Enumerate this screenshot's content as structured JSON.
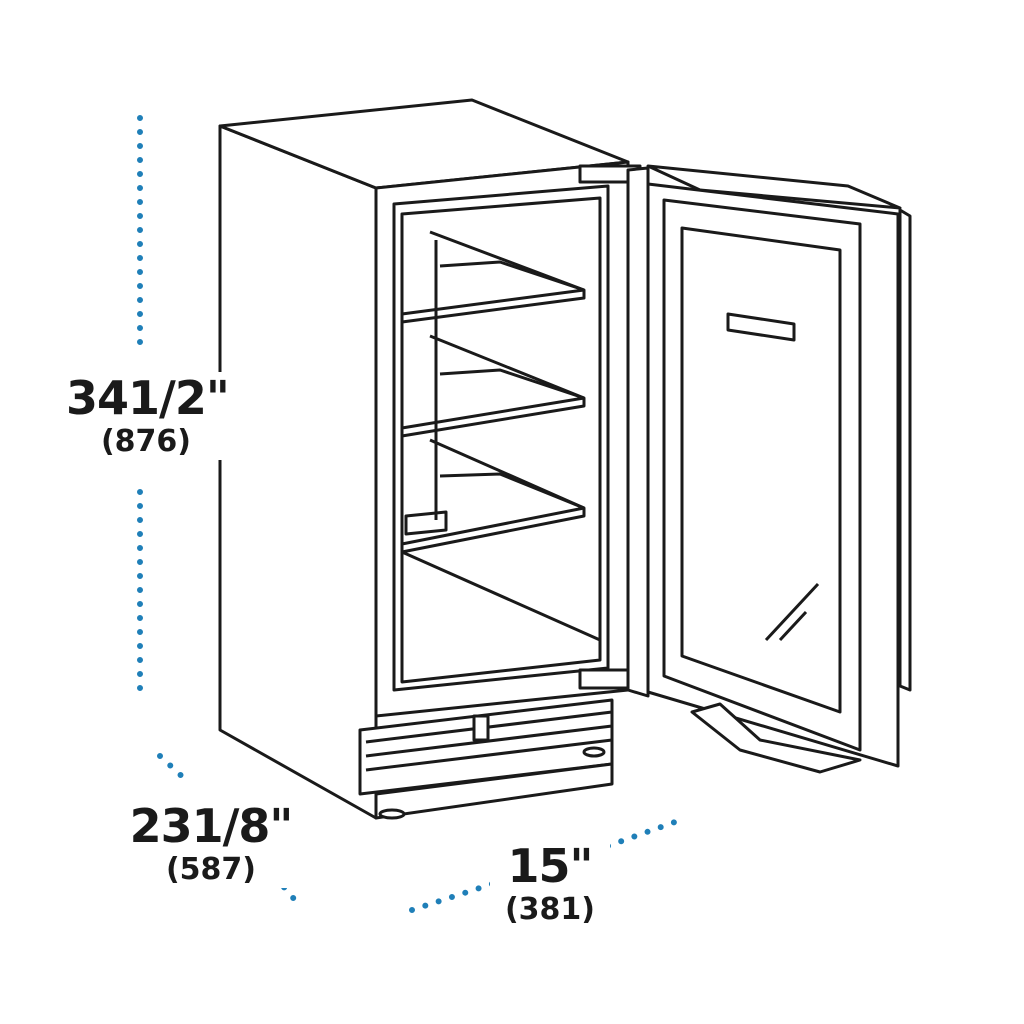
{
  "dimensions": {
    "height": {
      "imperial": "341/2\"",
      "metric": "(876)"
    },
    "depth": {
      "imperial": "231/8\"",
      "metric": "(587)"
    },
    "width": {
      "imperial": "15\"",
      "metric": "(381)"
    }
  },
  "colors": {
    "outline": "#1a1a1a",
    "dotted_line": "#1f7fb8",
    "background": "#ffffff"
  },
  "illustration": "undercounter-beverage-refrigerator-door-open-icon"
}
